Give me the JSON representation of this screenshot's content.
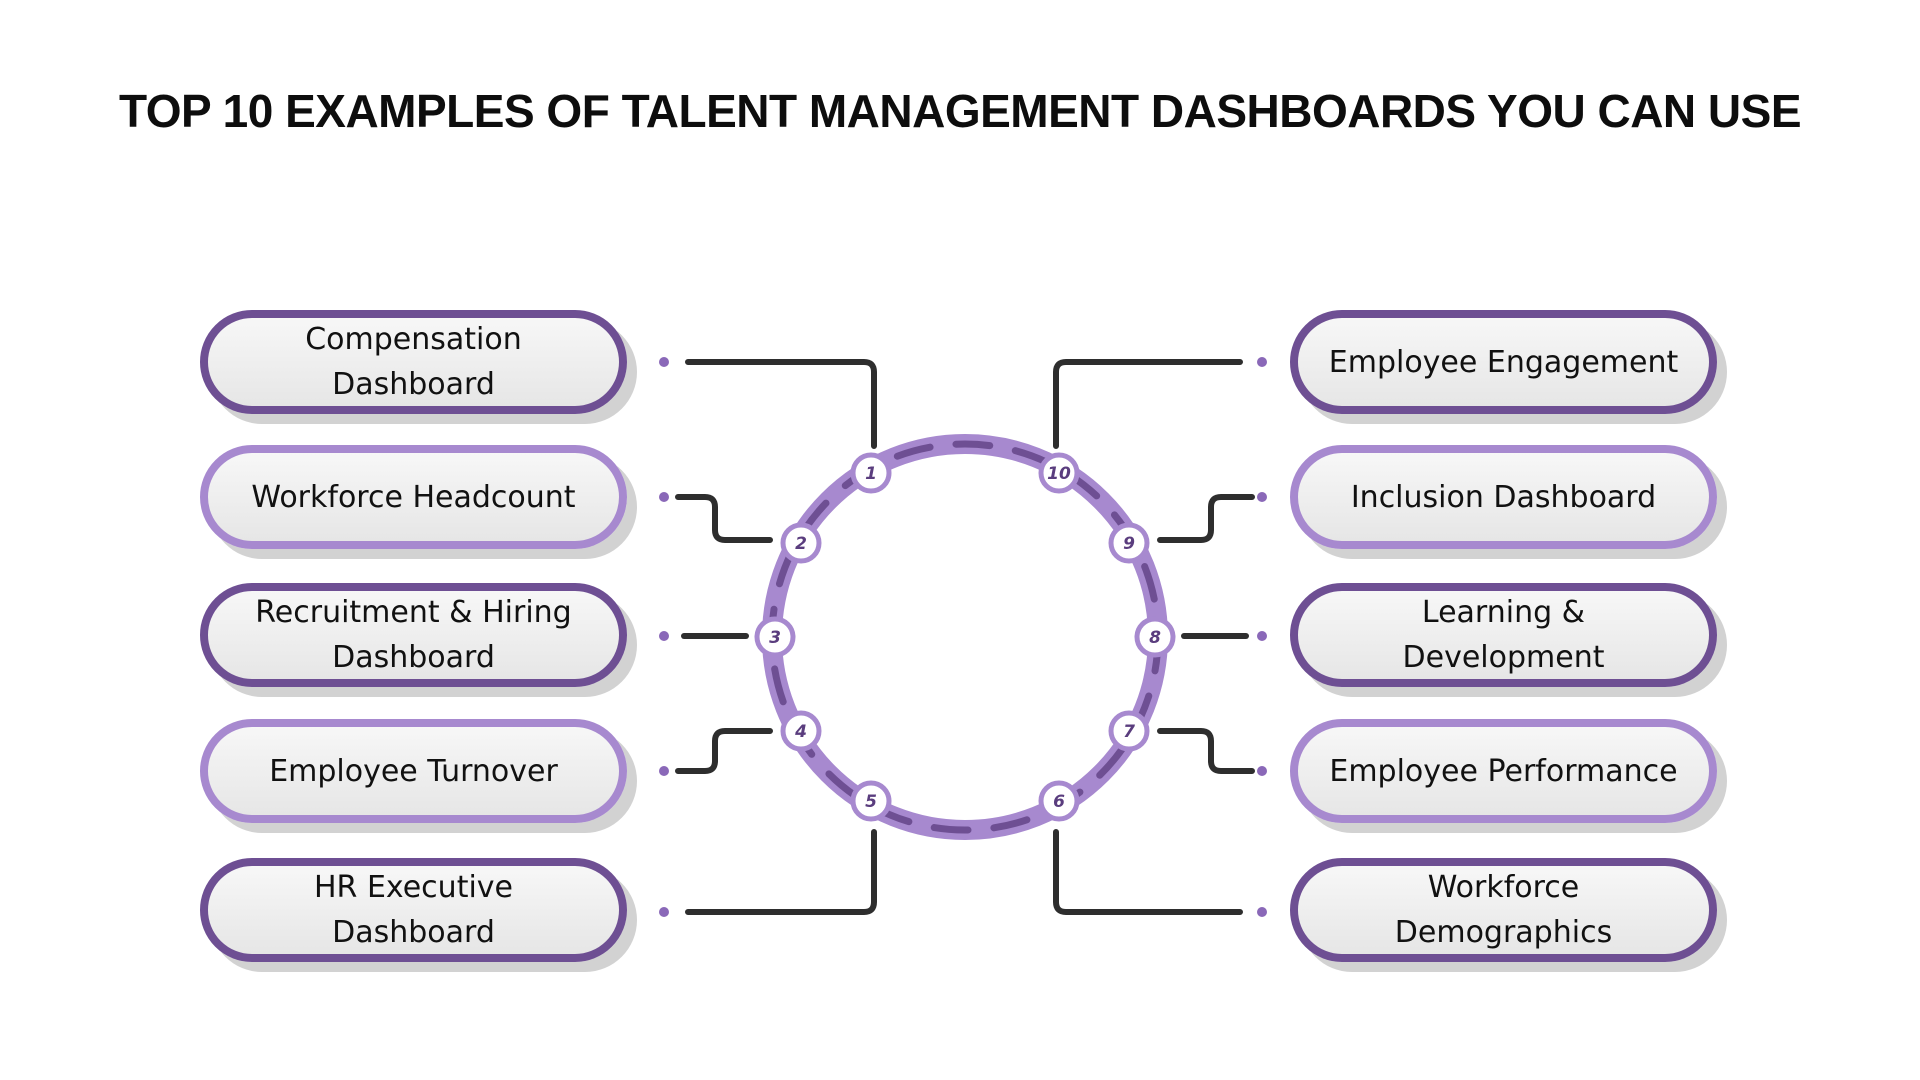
{
  "title": "TOP 10 EXAMPLES OF TALENT MANAGEMENT DASHBOARDS YOU CAN USE",
  "colors": {
    "dark_purple": "#6e4f93",
    "light_purple": "#a789cf",
    "connector": "#2e2e2e",
    "dot": "#8a68b8"
  },
  "left_items": [
    {
      "number": "1",
      "label": "Compensation Dashboard",
      "style": "dark"
    },
    {
      "number": "2",
      "label": "Workforce Headcount",
      "style": "light"
    },
    {
      "number": "3",
      "label": "Recruitment & Hiring Dashboard",
      "style": "dark"
    },
    {
      "number": "4",
      "label": "Employee Turnover",
      "style": "light"
    },
    {
      "number": "5",
      "label": "HR Executive Dashboard",
      "style": "dark"
    }
  ],
  "right_items": [
    {
      "number": "10",
      "label": "Employee Engagement",
      "style": "dark"
    },
    {
      "number": "9",
      "label": "Inclusion Dashboard",
      "style": "light"
    },
    {
      "number": "8",
      "label": "Learning & Development",
      "style": "dark"
    },
    {
      "number": "7",
      "label": "Employee Performance",
      "style": "light"
    },
    {
      "number": "6",
      "label": "Workforce Demographics",
      "style": "dark"
    }
  ]
}
